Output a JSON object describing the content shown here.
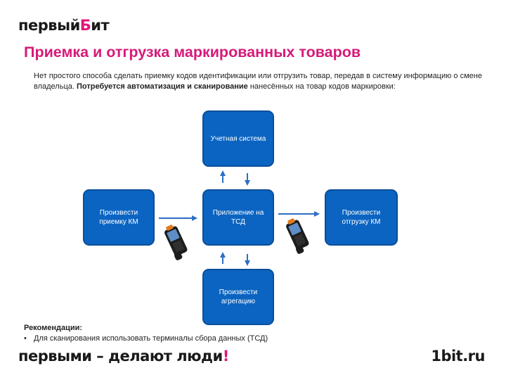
{
  "header": {
    "logo_text": "первый",
    "logo_accent": "Б",
    "logo_tail": "ит",
    "title": "Приемка и отгрузка маркированных товаров"
  },
  "intro": {
    "text_before": "Нет простого способа сделать приемку кодов идентификации или отгрузить товар, передав в систему информацию о смене владельца.",
    "text_bold": "Потребуется автоматизация и сканирование",
    "text_after": "нанесённых на товар кодов маркировки:"
  },
  "diagram": {
    "top": "Учетная система",
    "center": "Приложение на ТСД",
    "left": "Произвести приемку КМ",
    "right": "Произвести отгрузку КМ",
    "bottom": "Произвести агрегацию",
    "devices": [
      "scanner-device-icon",
      "scanner-device-icon"
    ]
  },
  "recommendations": {
    "title": "Рекомендации:",
    "items": [
      "Для сканирования использовать терминалы сбора данных (ТСД)"
    ]
  },
  "footer": {
    "slogan": "первыми – делают люди",
    "slogan_mark": "!",
    "site": "1bit.ru"
  },
  "colors": {
    "accent": "#d61a79",
    "box_fill": "#0b64c1",
    "arrow": "#2d6fc1"
  }
}
